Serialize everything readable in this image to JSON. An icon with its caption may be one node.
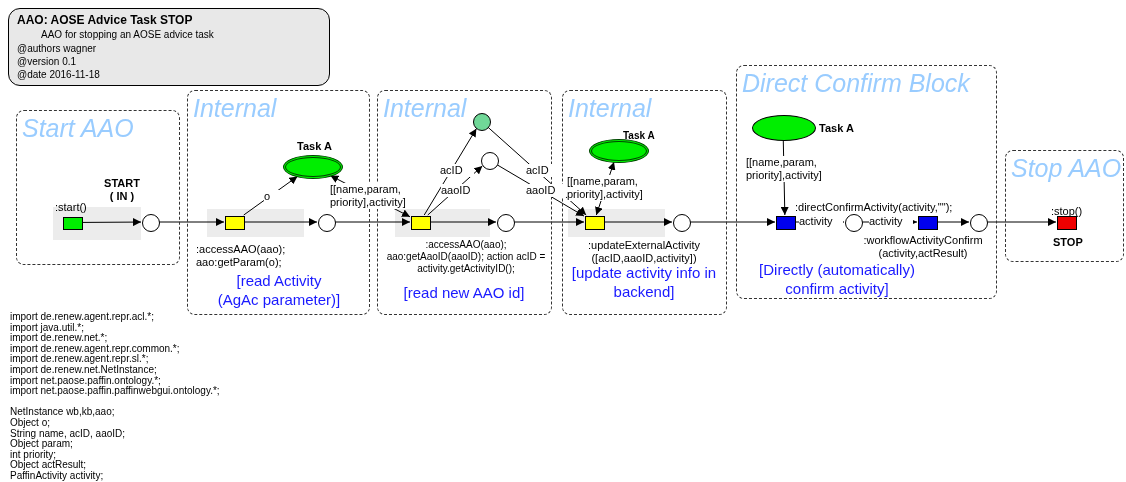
{
  "diagram": {
    "nodes": [
      {
        "text": [
          "AAO: AOSE Advice Task STOP",
          "AAO for stopping an AOSE advice task",
          "@authors wagner",
          "@version 0.1",
          "@date 2016-11-18"
        ]
      },
      {
        "text": [
          "Start AAO"
        ]
      },
      {
        "text": [
          "Internal",
          "[read Activity (AgAc parameter)]"
        ]
      },
      {
        "text": [
          "Internal",
          "[read new AAO id]"
        ]
      },
      {
        "text": [
          "Internal",
          "[update activity info in backend]"
        ]
      },
      {
        "text": [
          "Direct Confirm Block",
          "[Directly (automatically) confirm activity]"
        ]
      },
      {
        "text": [
          "Stop AAO"
        ]
      },
      {
        "text": [],
        "shape": "box",
        "in": 1,
        "beside": [
          ":start()"
        ]
      },
      {
        "text": [],
        "shape": "circle",
        "in": 1
      },
      {
        "text": [],
        "shape": "box",
        "in": 2,
        "beside": [
          ":accessAAO(aao); aao:getParam(o);"
        ]
      },
      {
        "text": [],
        "shape": "ellipse",
        "in": 2,
        "beside": [
          "Task A"
        ]
      },
      {
        "text": [],
        "shape": "circle",
        "in": 2
      },
      {
        "text": [],
        "shape": "box",
        "in": 3,
        "beside": [
          ":accessAAO(aao); aao:getAaoID(aaoID); action acID = activity.getActivityID();"
        ]
      },
      {
        "text": [],
        "shape": "circle",
        "in": 3
      },
      {
        "text": [],
        "shape": "circle",
        "in": 3
      },
      {
        "text": [],
        "shape": "circle",
        "in": 3
      },
      {
        "text": [],
        "shape": "ellipse",
        "in": 4,
        "beside": [
          "Task A"
        ]
      },
      {
        "text": [],
        "shape": "box",
        "in": 4,
        "beside": [
          ":updateExternalActivity ([acID,aaoID,activity])"
        ]
      },
      {
        "text": [],
        "shape": "circle",
        "in": 4
      },
      {
        "text": [],
        "shape": "ellipse",
        "in": 5,
        "beside": [
          "Task A"
        ]
      },
      {
        "text": [],
        "shape": "box",
        "in": 5,
        "beside": [
          ":directConfirmActivity(activity,\"\");"
        ]
      },
      {
        "text": [],
        "shape": "circle",
        "in": 5
      },
      {
        "text": [],
        "shape": "box",
        "in": 5,
        "beside": [
          ":workflowActivityConfirm (activity,actResult)"
        ]
      },
      {
        "text": [],
        "shape": "circle",
        "in": 5
      },
      {
        "text": [],
        "shape": "box",
        "in": 6,
        "beside": [
          ":stop()",
          "STOP"
        ]
      }
    ],
    "edges": [
      {
        "from": 7,
        "to": 8,
        "arrow": "to"
      },
      {
        "from": 8,
        "to": 9,
        "arrow": "to"
      },
      {
        "from": 9,
        "to": 10,
        "arrow": "to",
        "label": "o"
      },
      {
        "from": 9,
        "to": 11,
        "arrow": "to"
      },
      {
        "from": 11,
        "to": 12,
        "arrow": "to"
      },
      {
        "from": 10,
        "to": 12,
        "arrow": "both",
        "label": "[[name,param, priority],activity]"
      },
      {
        "from": 12,
        "to": 13,
        "arrow": "to",
        "label": "acID"
      },
      {
        "from": 12,
        "to": 14,
        "arrow": "to",
        "label": "aaoID"
      },
      {
        "from": 12,
        "to": 15,
        "arrow": "to"
      },
      {
        "from": 13,
        "to": 17,
        "arrow": "to",
        "label": "acID"
      },
      {
        "from": 14,
        "to": 17,
        "arrow": "to",
        "label": "aaoID"
      },
      {
        "from": 15,
        "to": 17,
        "arrow": "to"
      },
      {
        "from": 17,
        "to": 16,
        "arrow": "both",
        "label": "[[name,param, priority],activity]"
      },
      {
        "from": 17,
        "to": 18,
        "arrow": "to"
      },
      {
        "from": 18,
        "to": 20,
        "arrow": "to"
      },
      {
        "from": 19,
        "to": 20,
        "arrow": "to",
        "label": "[[name,param, priority],activity]"
      },
      {
        "from": 20,
        "to": 21,
        "arrow": "to",
        "label": "activity"
      },
      {
        "from": 21,
        "to": 22,
        "arrow": "to",
        "label": "activity"
      },
      {
        "from": 22,
        "to": 23,
        "arrow": "to"
      },
      {
        "from": 23,
        "to": 24,
        "arrow": "to"
      }
    ],
    "labels": [
      "START ( IN )",
      "import de.renew.agent.repr.acl.*;",
      "import java.util.*;",
      "import de.renew.net.*;",
      "import de.renew.agent.repr.common.*;",
      "import de.renew.agent.repr.sl.*;",
      "import de.renew.net.NetInstance;",
      "import net.paose.paffin.ontology.*;",
      "import net.paose.paffin.paffinwebgui.ontology.*;",
      "NetInstance wb,kb,aao;",
      "Object o;",
      "String name, acID, aaoID;",
      "Object param;",
      "int priority;",
      "Object actResult;",
      "PaffinActivity activity;"
    ]
  }
}
